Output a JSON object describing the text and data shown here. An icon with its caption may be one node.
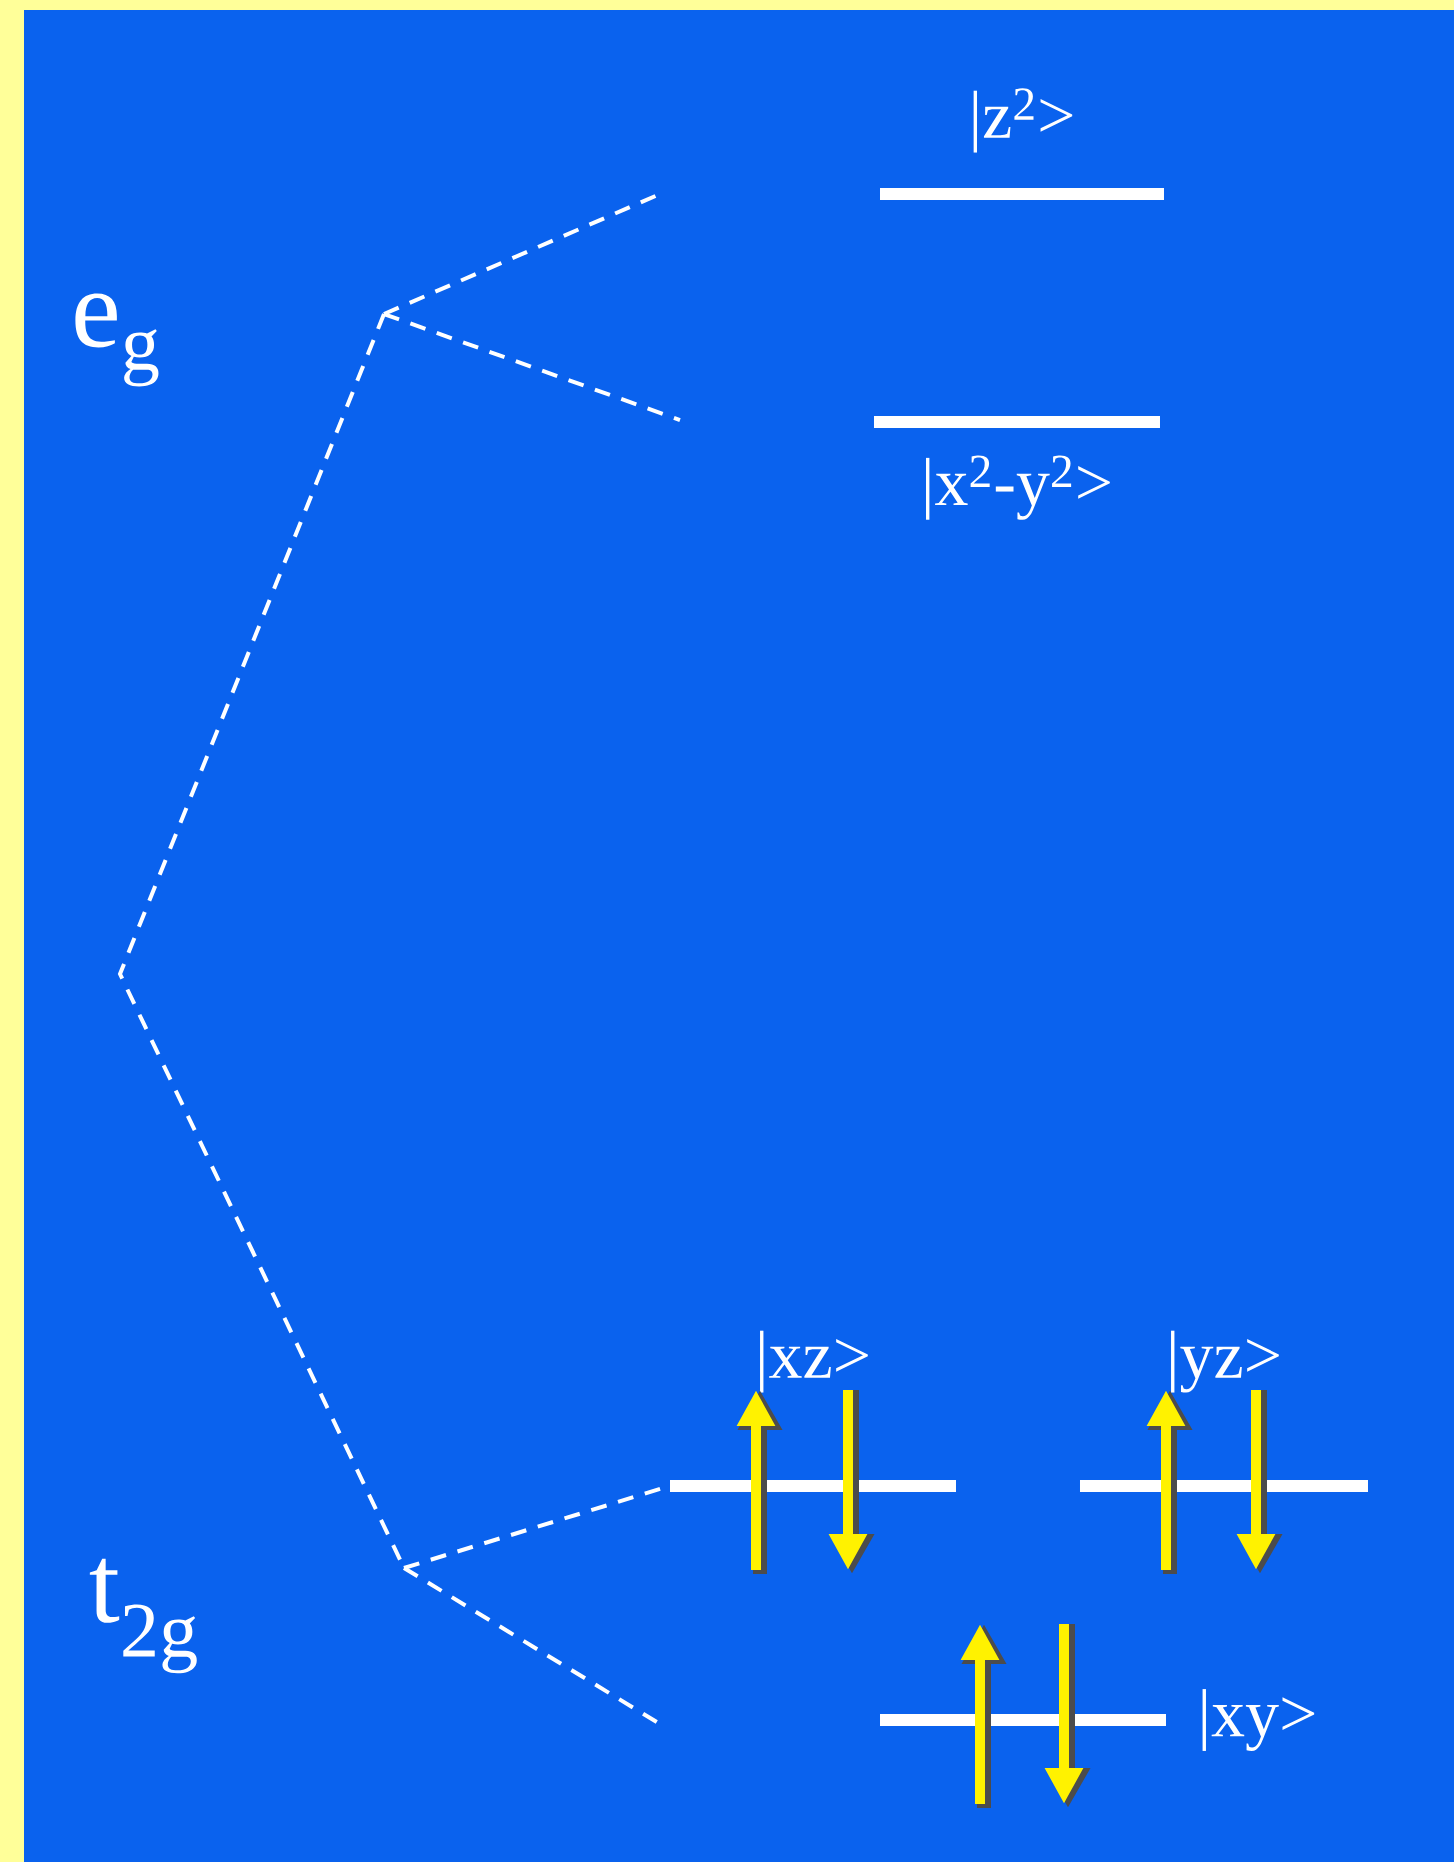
{
  "diagram": {
    "nodes": [
      {
        "text": [
          "|z$^{2}$>"
        ]
      },
      {
        "text": [
          "|x$^{2}$-y$^{2}$>"
        ]
      },
      {
        "text": [
          "|xz>"
        ]
      },
      {
        "text": [
          "|yz>"
        ]
      },
      {
        "text": [
          "|xy>"
        ]
      }
    ],
    "edges": [
      {
        "from": null,
        "to": 2,
        "arrow": "none",
        "style": "dashed"
      }
    ],
    "labels": [
      "e$_{g}$",
      "t$_{2g}$"
    ]
  }
}
